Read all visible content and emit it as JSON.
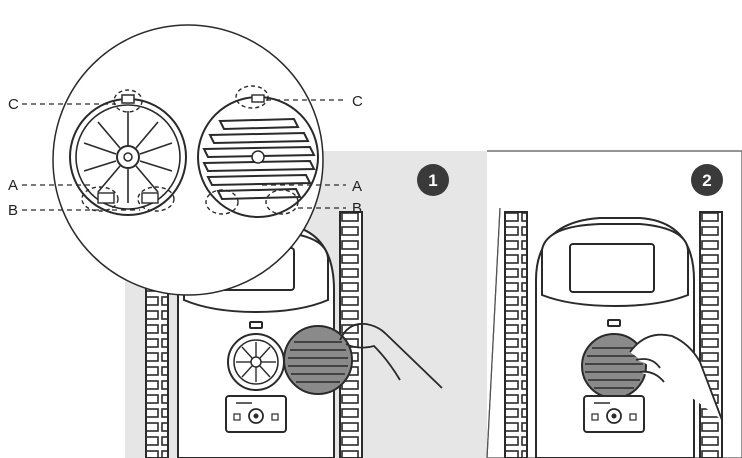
{
  "steps": [
    {
      "number": "1"
    },
    {
      "number": "2"
    }
  ],
  "callouts": {
    "left": [
      "C",
      "A",
      "B"
    ],
    "right": [
      "C",
      "A",
      "B"
    ]
  },
  "colors": {
    "panel_bg": "#e6e6e6",
    "line": "#2a2a2a",
    "grille_fill": "#8a8a8a",
    "badge": "#3a3a3a"
  },
  "icons": [
    "hand-icon",
    "power-button-icon",
    "fan-grille-icon",
    "impeller-icon"
  ]
}
